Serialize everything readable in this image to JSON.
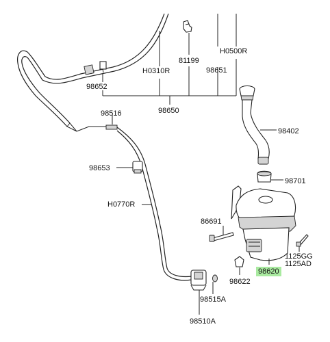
{
  "labels": {
    "p98652": "98652",
    "pH0310R": "H0310R",
    "p81199": "81199",
    "p98651": "98651",
    "pH0500R": "H0500R",
    "p98650": "98650",
    "p98516": "98516",
    "p98402": "98402",
    "p98653": "98653",
    "p98701": "98701",
    "pH0770R": "H0770R",
    "p86691": "86691",
    "p1125GG": "1125GG",
    "p1125AD": "1125AD",
    "p98622": "98622",
    "p98620": "98620",
    "p98515A": "98515A",
    "p98510A": "98510A"
  },
  "highlight_color": "#a9eaa0"
}
